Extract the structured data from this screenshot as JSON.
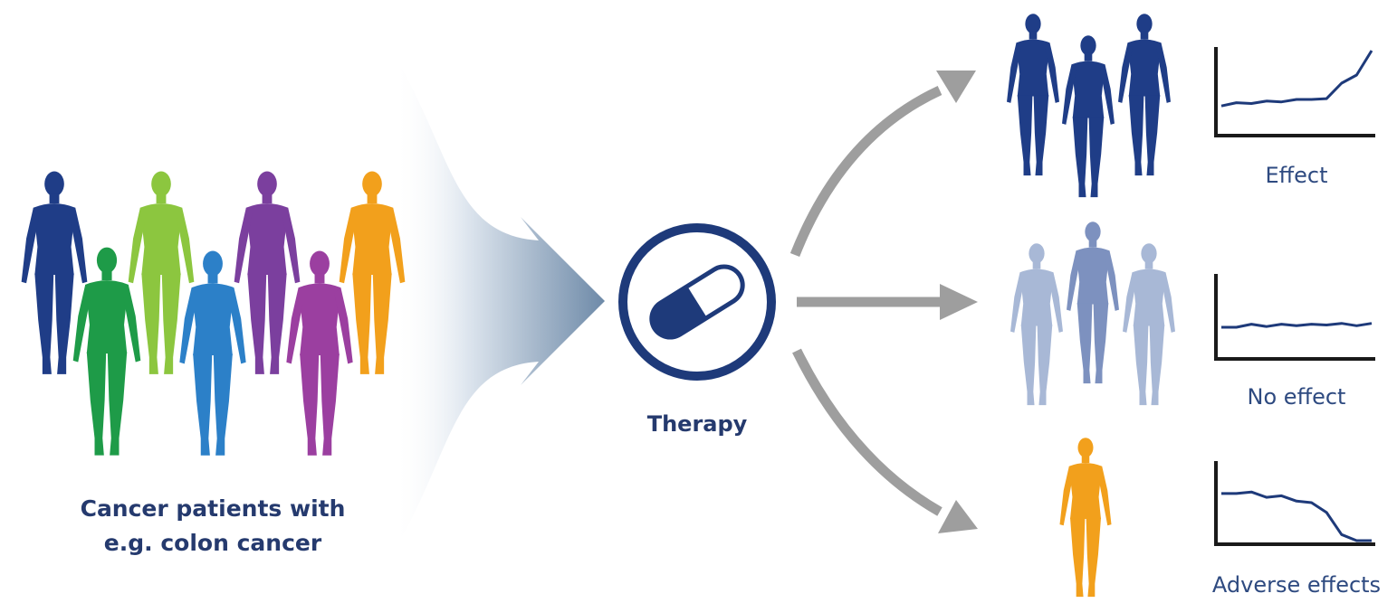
{
  "colors": {
    "text": "#253a6e",
    "effect": "#1f3d87",
    "no_effect": "#a8b8d6",
    "no_effect_dark": "#7d91bf",
    "adverse": "#f2a01c",
    "arrow": "#9e9e9e",
    "capsule_dark": "#1e3a7a",
    "group": [
      "#1f3d87",
      "#8cc63f",
      "#7b3f9e",
      "#f2a01c",
      "#1e9b48",
      "#2c80c8",
      "#9b3fa0"
    ]
  },
  "icons": {
    "therapy": "capsule-pill-icon",
    "patients": "human-figure-icon"
  },
  "labels": {
    "patients_line1": "Cancer patients with",
    "patients_line2": "e.g. colon cancer",
    "therapy": "Therapy"
  },
  "outcomes": [
    {
      "label": "Effect",
      "trend": [
        0.32,
        0.36,
        0.35,
        0.38,
        0.37,
        0.4,
        0.4,
        0.41,
        0.6,
        0.7,
        1.0
      ]
    },
    {
      "label": "No effect",
      "trend": [
        0.36,
        0.36,
        0.4,
        0.37,
        0.4,
        0.38,
        0.4,
        0.39,
        0.41,
        0.38,
        0.41
      ]
    },
    {
      "label": "Adverse effects",
      "trend": [
        0.62,
        0.62,
        0.64,
        0.57,
        0.59,
        0.52,
        0.5,
        0.37,
        0.08,
        0.0,
        0.0
      ]
    }
  ]
}
